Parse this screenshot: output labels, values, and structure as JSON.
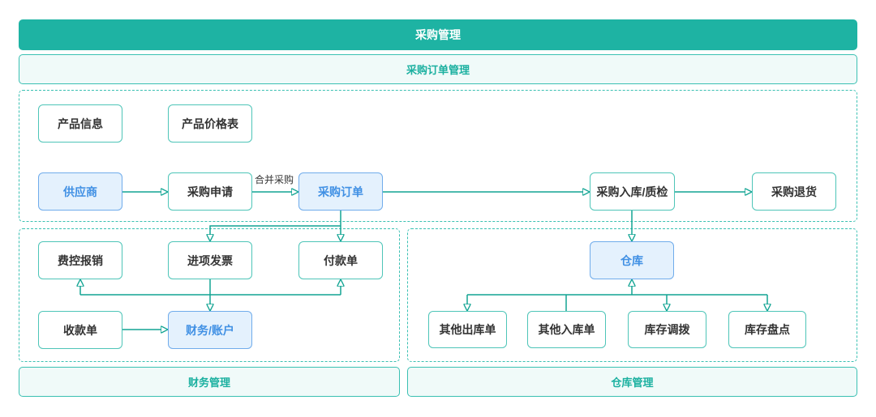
{
  "banners": {
    "purchase_management": "采购管理",
    "purchase_order_management": "采购订单管理",
    "finance_management": "财务管理",
    "warehouse_management": "仓库管理"
  },
  "nodes": {
    "product_info": {
      "label": "产品信息",
      "highlight": false
    },
    "price_list": {
      "label": "产品价格表",
      "highlight": false
    },
    "supplier": {
      "label": "供应商",
      "highlight": true
    },
    "purchase_request": {
      "label": "采购申请",
      "highlight": false
    },
    "purchase_order": {
      "label": "采购订单",
      "highlight": true
    },
    "inbound_qc": {
      "label": "采购入库/质检",
      "highlight": false
    },
    "purchase_return": {
      "label": "采购退货",
      "highlight": false
    },
    "expense_reimburse": {
      "label": "费控报销",
      "highlight": false
    },
    "input_invoice": {
      "label": "进项发票",
      "highlight": false
    },
    "payment_slip": {
      "label": "付款单",
      "highlight": false
    },
    "receipt_slip": {
      "label": "收款单",
      "highlight": false
    },
    "finance_account": {
      "label": "财务/账户",
      "highlight": true
    },
    "warehouse": {
      "label": "仓库",
      "highlight": true
    },
    "other_outbound": {
      "label": "其他出库单",
      "highlight": false
    },
    "other_inbound": {
      "label": "其他入库单",
      "highlight": false
    },
    "inventory_transfer": {
      "label": "库存调拨",
      "highlight": false
    },
    "inventory_count": {
      "label": "库存盘点",
      "highlight": false
    }
  },
  "labels": {
    "merge_purchase": "合并采购"
  },
  "edges": [
    {
      "from": "supplier",
      "to": "purchase_request"
    },
    {
      "from": "purchase_request",
      "to": "purchase_order",
      "label": "合并采购"
    },
    {
      "from": "purchase_order",
      "to": "inbound_qc"
    },
    {
      "from": "inbound_qc",
      "to": "purchase_return"
    },
    {
      "from": "purchase_order",
      "to": "input_invoice"
    },
    {
      "from": "purchase_order",
      "to": "payment_slip"
    },
    {
      "from": "input_invoice",
      "to": "expense_reimburse"
    },
    {
      "from": "input_invoice",
      "to": "payment_slip"
    },
    {
      "from": "input_invoice",
      "to": "finance_account"
    },
    {
      "from": "receipt_slip",
      "to": "finance_account"
    },
    {
      "from": "inbound_qc",
      "to": "warehouse"
    },
    {
      "from": "other_inbound",
      "to": "warehouse"
    },
    {
      "from": "warehouse",
      "to": "other_outbound"
    },
    {
      "from": "warehouse",
      "to": "inventory_transfer"
    },
    {
      "from": "warehouse",
      "to": "inventory_count"
    }
  ],
  "colors": {
    "banner_teal": "#1eb3a3",
    "banner_light_bg": "#f0faf9",
    "teal_border": "#3ac0b2",
    "node_border": "#4ec5b8",
    "arrow": "#12a493",
    "highlight_bg": "#e4f1fd",
    "highlight_border": "#70aceb",
    "highlight_text": "#4090e4",
    "text": "#333333"
  }
}
